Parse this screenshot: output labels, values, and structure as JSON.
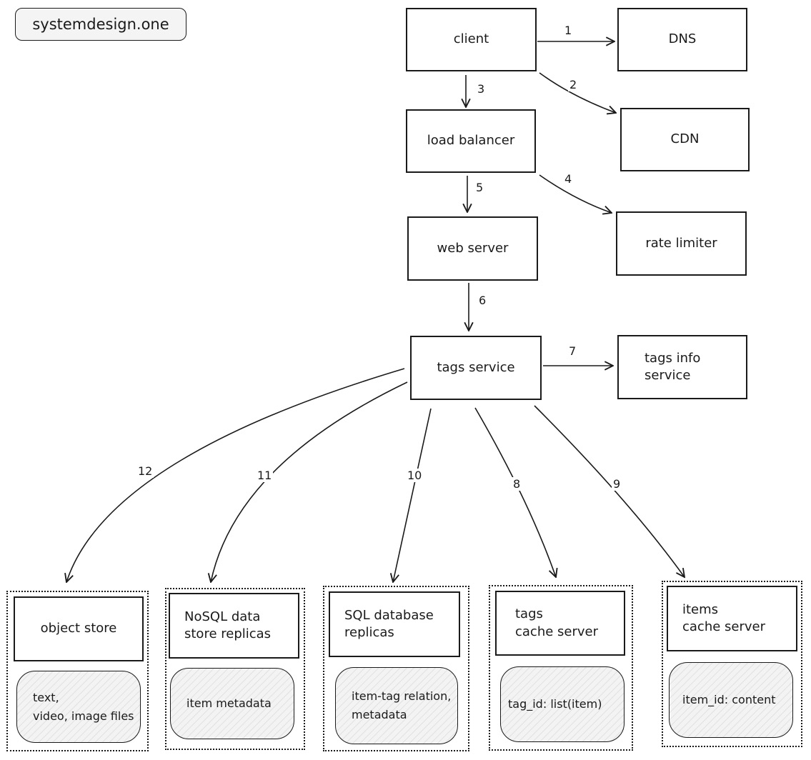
{
  "brand": "systemdesign.one",
  "nodes": {
    "client": "client",
    "dns": "DNS",
    "cdn": "CDN",
    "load_balancer": "load balancer",
    "rate_limiter": "rate limiter",
    "web_server": "web server",
    "tags_service": "tags service",
    "tags_info_service": "tags info\nservice"
  },
  "groups": {
    "object_store": {
      "title": "object store",
      "data": "text,\nvideo, image files"
    },
    "nosql": {
      "title": "NoSQL data\nstore replicas",
      "data": "item metadata"
    },
    "sql": {
      "title": "SQL database\nreplicas",
      "data": "item-tag relation,\nmetadata"
    },
    "tags_cache": {
      "title": "tags\ncache server",
      "data": "tag_id: list(item)"
    },
    "items_cache": {
      "title": "items\ncache server",
      "data": "item_id: content"
    }
  },
  "edges": {
    "e1": "1",
    "e2": "2",
    "e3": "3",
    "e4": "4",
    "e5": "5",
    "e6": "6",
    "e7": "7",
    "e8": "8",
    "e9": "9",
    "e10": "10",
    "e11": "11",
    "e12": "12"
  }
}
